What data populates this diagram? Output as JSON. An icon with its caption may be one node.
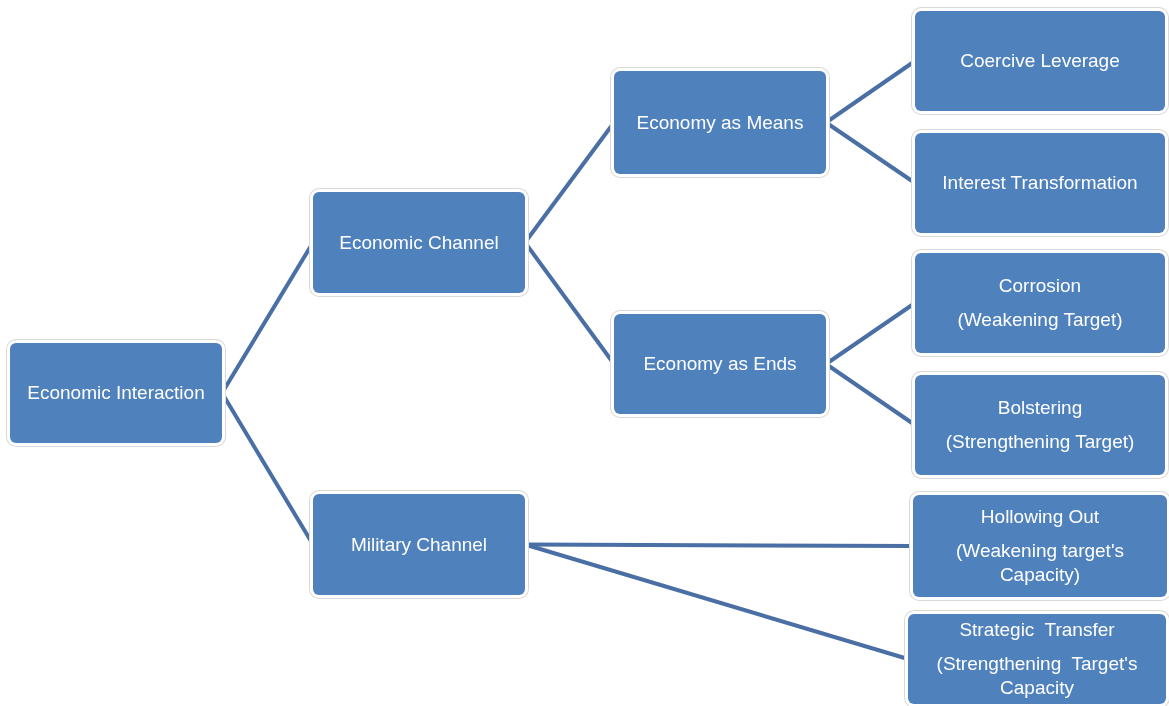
{
  "diagram": {
    "nodes": [
      {
        "text": [
          "Economic Interaction"
        ]
      },
      {
        "text": [
          "Economic Channel"
        ]
      },
      {
        "text": [
          "Military Channel"
        ]
      },
      {
        "text": [
          "Economy as Means"
        ]
      },
      {
        "text": [
          "Economy as Ends"
        ]
      },
      {
        "text": [
          "Coercive Leverage"
        ]
      },
      {
        "text": [
          "Interest Transformation"
        ]
      },
      {
        "text": [
          "Corrosion",
          "(Weakening Target)"
        ]
      },
      {
        "text": [
          "Bolstering",
          "(Strengthening Target)"
        ]
      },
      {
        "text": [
          "Hollowing Out",
          "(Weakening target's Capacity)"
        ]
      },
      {
        "text": [
          "Strategic  Transfer",
          "(Strengthening  Target's Capacity"
        ]
      }
    ],
    "edges": [
      {
        "from": 0,
        "to": 1,
        "arrow": "none"
      },
      {
        "from": 0,
        "to": 2,
        "arrow": "none"
      },
      {
        "from": 1,
        "to": 3,
        "arrow": "none"
      },
      {
        "from": 1,
        "to": 4,
        "arrow": "none"
      },
      {
        "from": 3,
        "to": 5,
        "arrow": "none"
      },
      {
        "from": 3,
        "to": 6,
        "arrow": "none"
      },
      {
        "from": 4,
        "to": 7,
        "arrow": "none"
      },
      {
        "from": 4,
        "to": 8,
        "arrow": "none"
      },
      {
        "from": 2,
        "to": 9,
        "arrow": "none"
      },
      {
        "from": 2,
        "to": 10,
        "arrow": "none"
      }
    ]
  }
}
